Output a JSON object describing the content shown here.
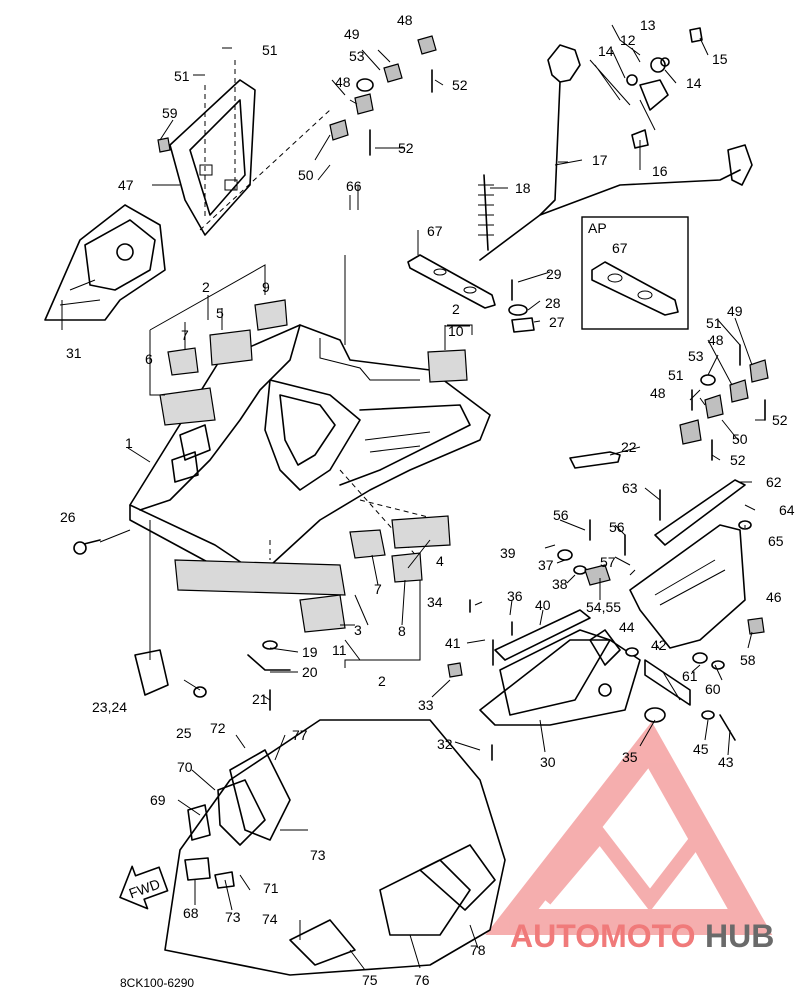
{
  "diagram": {
    "drawing_code": "8CK100-6290",
    "direction_label": "FWD",
    "detail_box_label": "AP",
    "callouts": {
      "c1": "1",
      "c2a": "2",
      "c2b": "2",
      "c2c": "2",
      "c3": "3",
      "c4": "4",
      "c5": "5",
      "c6": "6",
      "c7a": "7",
      "c7b": "7",
      "c8": "8",
      "c9": "9",
      "c10": "10",
      "c11": "11",
      "c12": "12",
      "c13": "13",
      "c14a": "14",
      "c14b": "14",
      "c15": "15",
      "c16": "16",
      "c17": "17",
      "c18": "18",
      "c19": "19",
      "c20": "20",
      "c21": "21",
      "c22": "22",
      "c2324": "23,24",
      "c25": "25",
      "c26": "26",
      "c27": "27",
      "c28": "28",
      "c29": "29",
      "c30": "30",
      "c31": "31",
      "c32": "32",
      "c33": "33",
      "c34": "34",
      "c35": "35",
      "c36": "36",
      "c37": "37",
      "c38": "38",
      "c39": "39",
      "c40": "40",
      "c41": "41",
      "c42": "42",
      "c43": "43",
      "c44": "44",
      "c45": "45",
      "c46": "46",
      "c47": "47",
      "c48a": "48",
      "c48b": "48",
      "c48c": "48",
      "c48d": "48",
      "c49a": "49",
      "c49b": "49",
      "c50a": "50",
      "c50b": "50",
      "c51a": "51",
      "c51b": "51",
      "c51c": "51",
      "c51d": "51",
      "c52a": "52",
      "c52b": "52",
      "c52c": "52",
      "c52d": "52",
      "c53a": "53",
      "c53b": "53",
      "c5455": "54,55",
      "c56a": "56",
      "c56b": "56",
      "c57": "57",
      "c58": "58",
      "c59": "59",
      "c60": "60",
      "c61": "61",
      "c62": "62",
      "c63": "63",
      "c64": "64",
      "c65": "65",
      "c66": "66",
      "c67a": "67",
      "c67b": "67",
      "c68": "68",
      "c69": "69",
      "c70": "70",
      "c71": "71",
      "c72": "72",
      "c73a": "73",
      "c73b": "73",
      "c74": "74",
      "c75": "75",
      "c76": "76",
      "c77": "77",
      "c78": "78"
    }
  },
  "watermark": {
    "brand_part1": "AUTOMOTO",
    "brand_part2": "HUB",
    "accent_color": "#f07a7a",
    "secondary_color": "#6a6a6a"
  }
}
